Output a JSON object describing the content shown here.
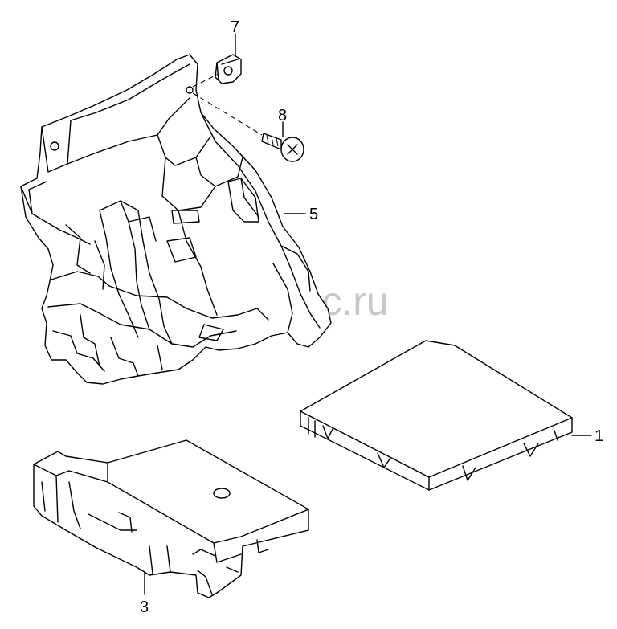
{
  "watermark": "vagtec.ru",
  "callouts": {
    "c1": "1",
    "c3": "3",
    "c5": "5",
    "c7": "7",
    "c8": "8"
  }
}
